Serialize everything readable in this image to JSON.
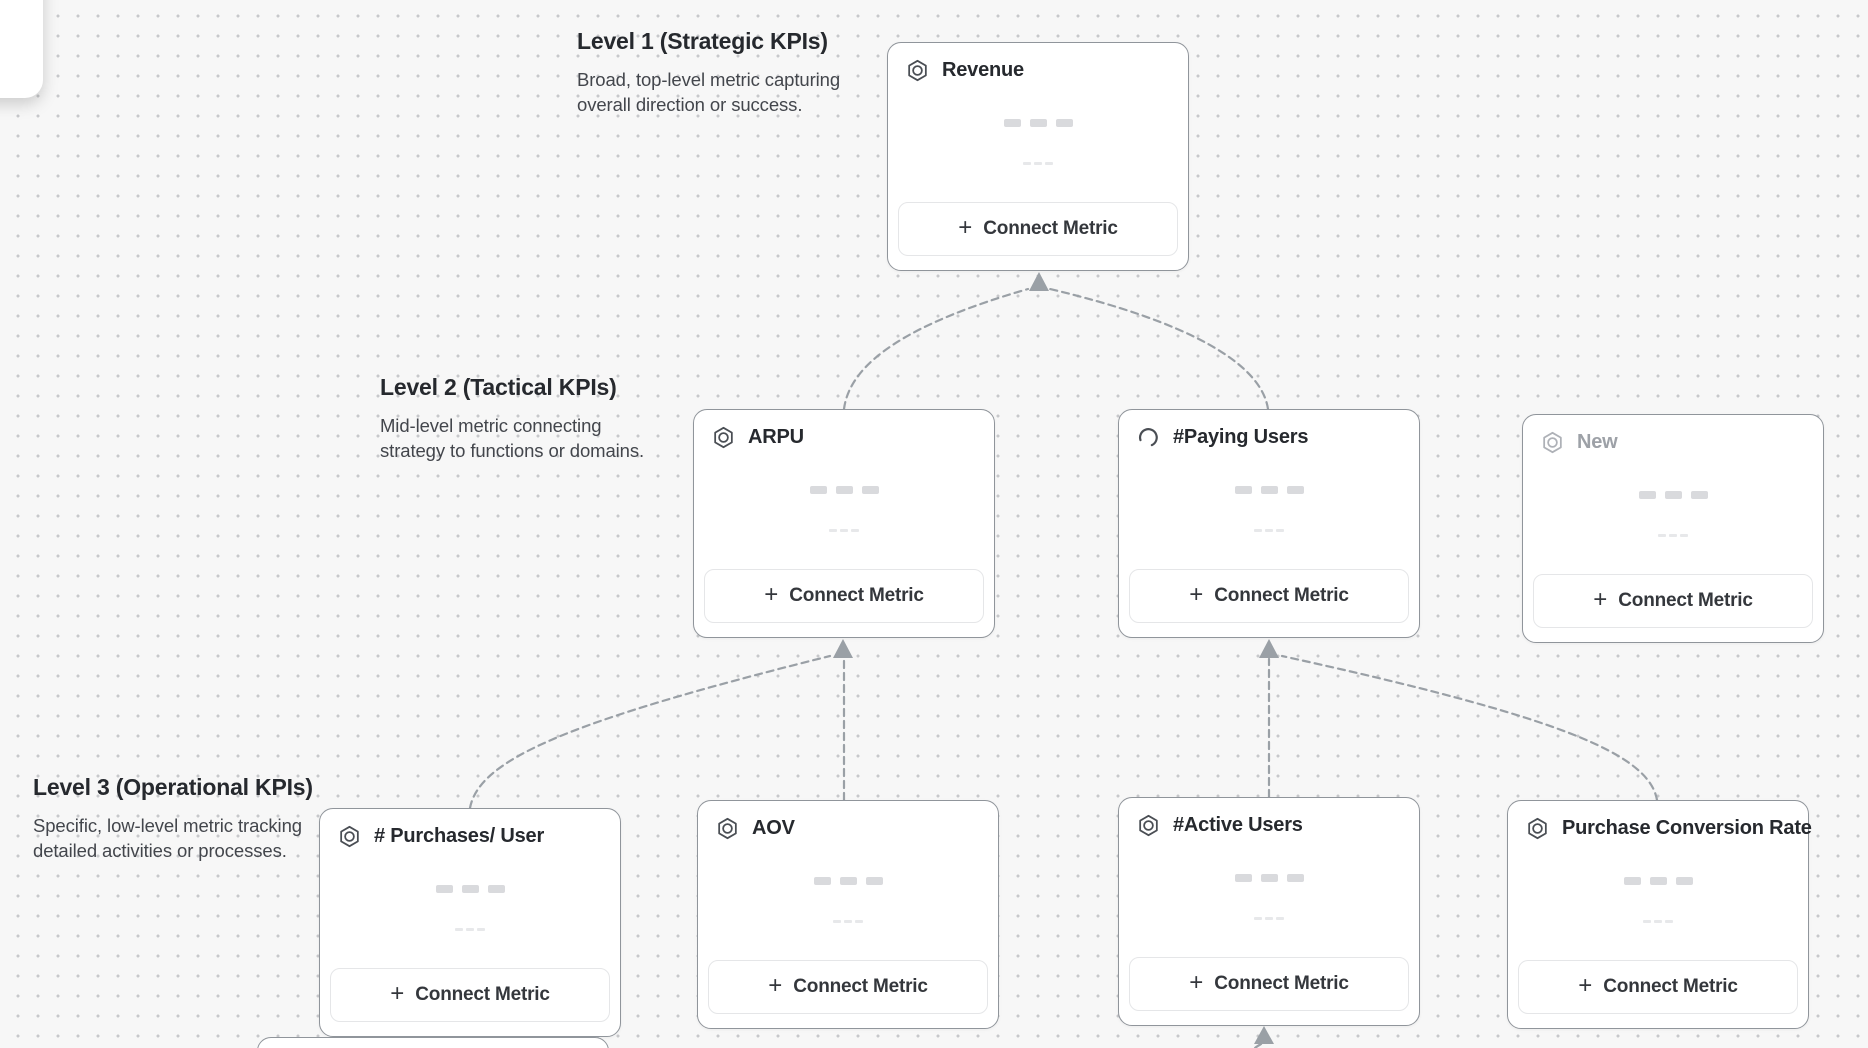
{
  "canvas": {
    "background_color": "#f7f7f7",
    "dot_color": "#c7c8cb",
    "connector_color": "#9aa0a6",
    "card_border_color": "#90959b"
  },
  "sections": [
    {
      "title": "Level 1 (Strategic KPIs)",
      "desc_line1": "Broad, top-level metric capturing",
      "desc_line2": "overall direction or success."
    },
    {
      "title": "Level 2 (Tactical KPIs)",
      "desc_line1": "Mid-level metric connecting",
      "desc_line2": "strategy to functions or domains."
    },
    {
      "title": "Level 3 (Operational KPIs)",
      "desc_line1": "Specific, low-level metric tracking",
      "desc_line2": "detailed activities or processes."
    }
  ],
  "cards": [
    {
      "title": "Revenue",
      "icon": "hexagon-node-icon",
      "state": "default"
    },
    {
      "title": "ARPU",
      "icon": "hexagon-node-icon",
      "state": "default"
    },
    {
      "title": "#Paying Users",
      "icon": "spinner-icon",
      "state": "loading"
    },
    {
      "title": "New",
      "icon": "hexagon-node-icon",
      "state": "pending"
    },
    {
      "title": "# Purchases/ User",
      "icon": "hexagon-node-icon",
      "state": "default"
    },
    {
      "title": "AOV",
      "icon": "hexagon-node-icon",
      "state": "default"
    },
    {
      "title": "#Active Users",
      "icon": "hexagon-node-icon",
      "state": "default"
    },
    {
      "title": "Purchase Conversion Rate",
      "icon": "hexagon-node-icon",
      "state": "default"
    }
  ],
  "ui": {
    "connect_metric": "Connect Metric",
    "plus": "+"
  }
}
